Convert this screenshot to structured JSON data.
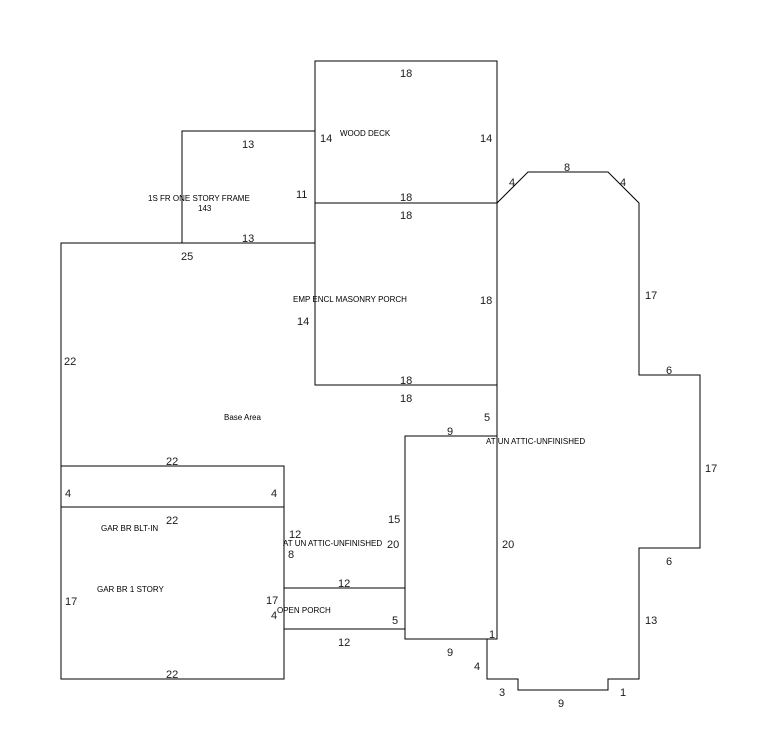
{
  "areas": {
    "wood_deck": "WOOD DECK",
    "one_story_frame": "1S FR  ONE STORY FRAME",
    "one_story_frame_sqft": "143",
    "masonry_porch": "EMP  ENCL MASONRY PORCH",
    "base_area": "Base Area",
    "attic_right": "AT UN ATTIC-UNFINISHED",
    "attic_center": "AT UN ATTIC-UNFINISHED",
    "garage_builtin": "GAR BR BLT-IN",
    "garage_one_story": "GAR BR 1 STORY",
    "open_porch": "OPEN PORCH"
  },
  "dimensions": {
    "deck_top": "18",
    "deck_left": "14",
    "deck_right": "14",
    "deck_bottom": "18",
    "frame_top": "13",
    "frame_side": "11",
    "frame_bottom": "13",
    "base_top": "25",
    "base_left": "22",
    "porch_top": "18",
    "porch_right": "18",
    "porch_left": "14",
    "porch_bottom": "18",
    "porch_below": "18",
    "octagon_diag_left": "4",
    "octagon_top": "8",
    "octagon_diag_right": "4",
    "right_upper": "17",
    "right_bump_top": "6",
    "right_bump_side": "17",
    "right_bump_bottom": "6",
    "right_lower": "13",
    "bottom_1_right": "1",
    "bottom_9": "9",
    "bottom_3": "3",
    "bottom_4": "4",
    "bottom_9_left": "9",
    "attic_center_1": "1",
    "attic_center_20": "20",
    "attic_left_5": "5",
    "attic_top_9": "9",
    "attic_left_15": "15",
    "attic_left_20": "20",
    "gar_top_22": "22",
    "gar_left_4": "4",
    "gar_right_4": "4",
    "gar_mid_22": "22",
    "gar_12": "12",
    "gar_8": "8",
    "gar_left_17": "17",
    "gar_right_17": "17",
    "gar_right_4b": "4",
    "porch12_top": "12",
    "porch12_bottom": "12",
    "porch_5": "5",
    "gar_bottom_22": "22"
  }
}
